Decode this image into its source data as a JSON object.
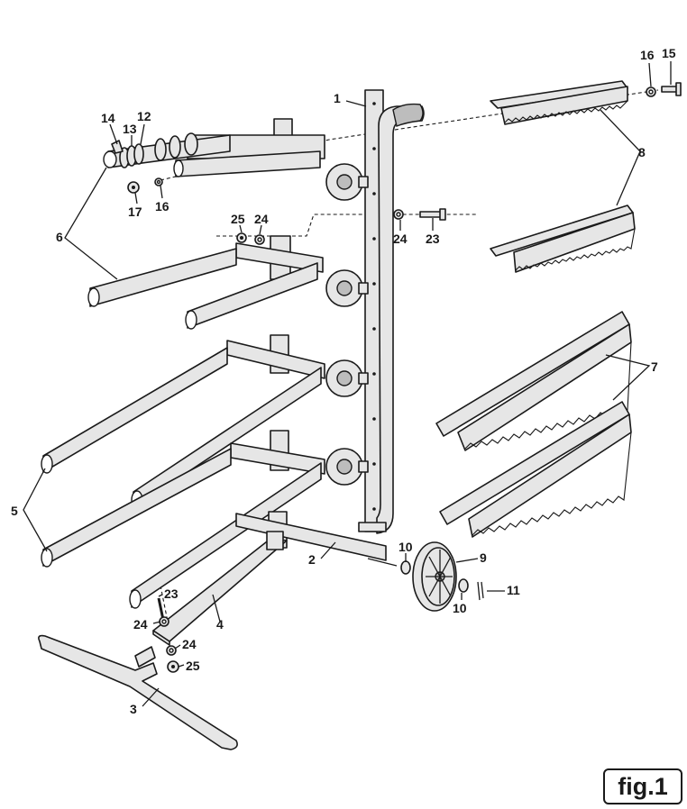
{
  "figure_label": "fig.1",
  "callouts": {
    "c1": "1",
    "c2": "2",
    "c3": "3",
    "c4": "4",
    "c5": "5",
    "c6": "6",
    "c7": "7",
    "c8": "8",
    "c9": "9",
    "c10a": "10",
    "c10b": "10",
    "c11": "11",
    "c12": "12",
    "c13": "13",
    "c14": "14",
    "c15": "15",
    "c16a": "16",
    "c16b": "16",
    "c17": "17",
    "c23a": "23",
    "c23b": "23",
    "c24a": "24",
    "c24b": "24",
    "c24c": "24",
    "c24d": "24",
    "c25a": "25",
    "c25b": "25"
  }
}
